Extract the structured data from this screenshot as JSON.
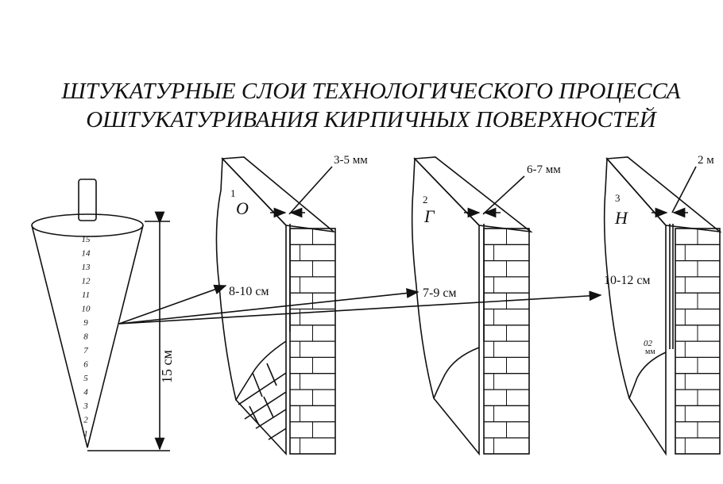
{
  "title": {
    "line1": "ШТУКАТУРНЫЕ СЛОИ ТЕХНОЛОГИЧЕСКОГО ПРОЦЕССА",
    "line2": "ОШТУКАТУРИВАНИЯ КИРПИЧНЫХ ПОВЕРХНОСТЕЙ"
  },
  "cone": {
    "scale_marks": [
      "15",
      "14",
      "13",
      "12",
      "11",
      "10",
      "9",
      "8",
      "7",
      "6",
      "5",
      "4",
      "3",
      "2",
      "1"
    ],
    "height_label": "15 см"
  },
  "walls": [
    {
      "number": "1",
      "letter": "О",
      "thickness": "3-5 мм",
      "penetration": "8-10 см"
    },
    {
      "number": "2",
      "letter": "Г",
      "thickness": "6-7 мм",
      "penetration": "7-9 см"
    },
    {
      "number": "3",
      "letter": "Н",
      "thickness": "2 м",
      "penetration": "10-12 см",
      "note_line1": "02",
      "note_line2": "мм"
    }
  ],
  "colors": {
    "ink": "#111111",
    "paper": "#ffffff"
  }
}
